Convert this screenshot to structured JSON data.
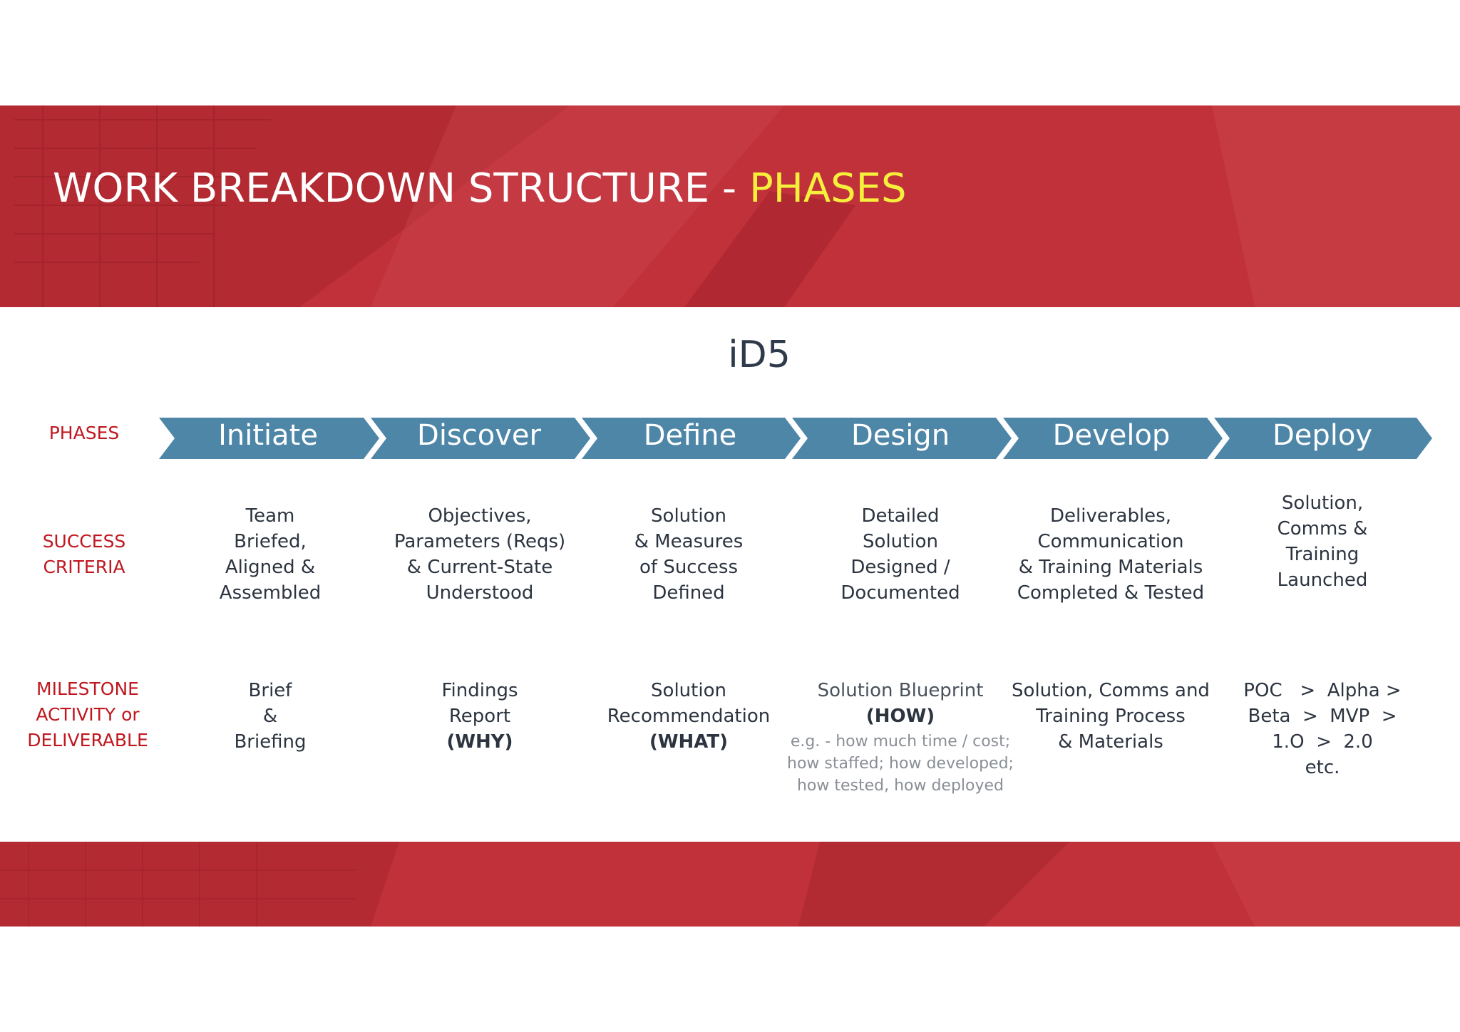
{
  "header": {
    "title_main": "WORK BREAKDOWN STRUCTURE  - ",
    "title_highlight": "PHASES"
  },
  "subtitle": "iD5",
  "row_labels": {
    "phases": "PHASES",
    "success_line1": "SUCCESS",
    "success_line2": "CRITERIA",
    "milestone_line1": "MILESTONE",
    "milestone_line2": "ACTIVITY or",
    "milestone_line3": "DELIVERABLE"
  },
  "phases": [
    "Initiate",
    "Discover",
    "Define",
    "Design",
    "Develop",
    "Deploy"
  ],
  "success_criteria": [
    [
      "Team",
      "Briefed,",
      "Aligned &",
      "Assembled"
    ],
    [
      "Objectives,",
      "Parameters (Reqs)",
      "& Current-State",
      "Understood"
    ],
    [
      "Solution",
      "& Measures",
      "of Success",
      "Defined"
    ],
    [
      "Detailed",
      "Solution",
      "Designed  /",
      "Documented"
    ],
    [
      "Deliverables,",
      "Communication",
      "& Training Materials",
      "Completed & Tested"
    ],
    [
      "Solution,",
      "Comms &",
      "Training",
      "Launched"
    ]
  ],
  "milestones": [
    {
      "lines": [
        "Brief",
        "&",
        "Briefing"
      ]
    },
    {
      "lines": [
        "Findings",
        "Report"
      ],
      "bold": "(WHY)"
    },
    {
      "lines": [
        "Solution",
        "Recommendation"
      ],
      "bold": "(WHAT)"
    },
    {
      "lines": [
        "Solution Blueprint"
      ],
      "bold": "(HOW)",
      "note": [
        "e.g. - how much time / cost;",
        "how staffed; how developed;",
        "how tested, how deployed"
      ]
    },
    {
      "lines": [
        "Solution, Comms and",
        "Training Process",
        "& Materials"
      ]
    },
    {
      "lines": [
        "POC   >  Alpha >",
        "Beta  >  MVP  >",
        "1.O  >  2.0",
        "etc."
      ]
    }
  ],
  "colors": {
    "banner_red": "#c0313a",
    "chevron_blue": "#4e86a8",
    "label_red": "#c0171f",
    "title_yellow": "#f5f03c"
  }
}
